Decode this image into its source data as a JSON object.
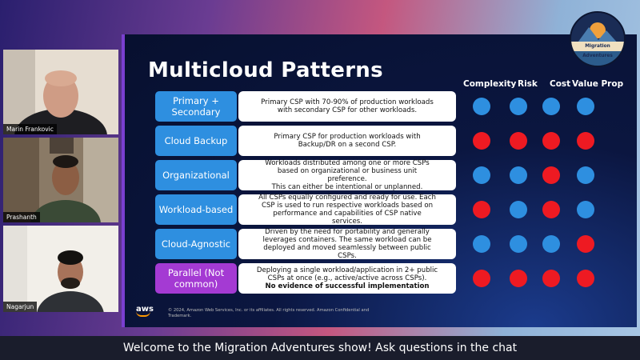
{
  "participants": [
    {
      "name": "Marin Frankovic"
    },
    {
      "name": "Prashanth"
    },
    {
      "name": "Nagarjun"
    }
  ],
  "logo": {
    "text": "Migration Adventures"
  },
  "slide": {
    "title": "Multicloud Patterns",
    "columns": [
      "Complexity",
      "Risk",
      "Cost",
      "Value Prop"
    ],
    "rows": [
      {
        "label": "Primary + Secondary",
        "desc": [
          "Primary CSP with 70-90% of production workloads",
          "with secondary CSP for other workloads."
        ],
        "dots": [
          "blue",
          "blue",
          "blue",
          "blue"
        ]
      },
      {
        "label": "Cloud Backup",
        "desc": [
          "Primary CSP for production workloads with",
          "Backup/DR on a second CSP."
        ],
        "dots": [
          "red",
          "red",
          "red",
          "red"
        ]
      },
      {
        "label": "Organizational",
        "desc": [
          "Workloads distributed among one or more CSPs",
          "based on organizational or business unit",
          "preference.",
          "This can either be intentional or unplanned."
        ],
        "dots": [
          "blue",
          "blue",
          "red",
          "blue"
        ]
      },
      {
        "label": "Workload-based",
        "desc": [
          "All CSPs equally configured and ready for use. Each",
          "CSP is used to run respective workloads based on",
          "performance and capabilities of CSP native",
          "services."
        ],
        "dots": [
          "red",
          "blue",
          "red",
          "blue"
        ]
      },
      {
        "label": "Cloud-Agnostic",
        "desc": [
          "Driven by the need for portability and generally",
          "leverages containers. The same workload can be",
          "deployed and moved seamlessly between public",
          "CSPs."
        ],
        "dots": [
          "blue",
          "blue",
          "blue",
          "red"
        ]
      },
      {
        "label": "Parallel (Not common)",
        "desc": [
          "Deploying a single workload/application in 2+ public",
          "CSPs at once (e.g., active/active across CSPs)."
        ],
        "desc_bold": "No evidence of successful implementation",
        "dots": [
          "red",
          "red",
          "red",
          "red"
        ]
      }
    ],
    "aws_label": "aws",
    "footer": "© 2024, Amazon Web Services, Inc. or its affiliates. All rights reserved. Amazon Confidential and Trademark."
  },
  "caption": "Welcome to the Migration Adventures show! Ask questions in the chat",
  "colors": {
    "blue": "#2e8fe0",
    "red": "#ee1a22",
    "purple": "#a43ad3"
  }
}
